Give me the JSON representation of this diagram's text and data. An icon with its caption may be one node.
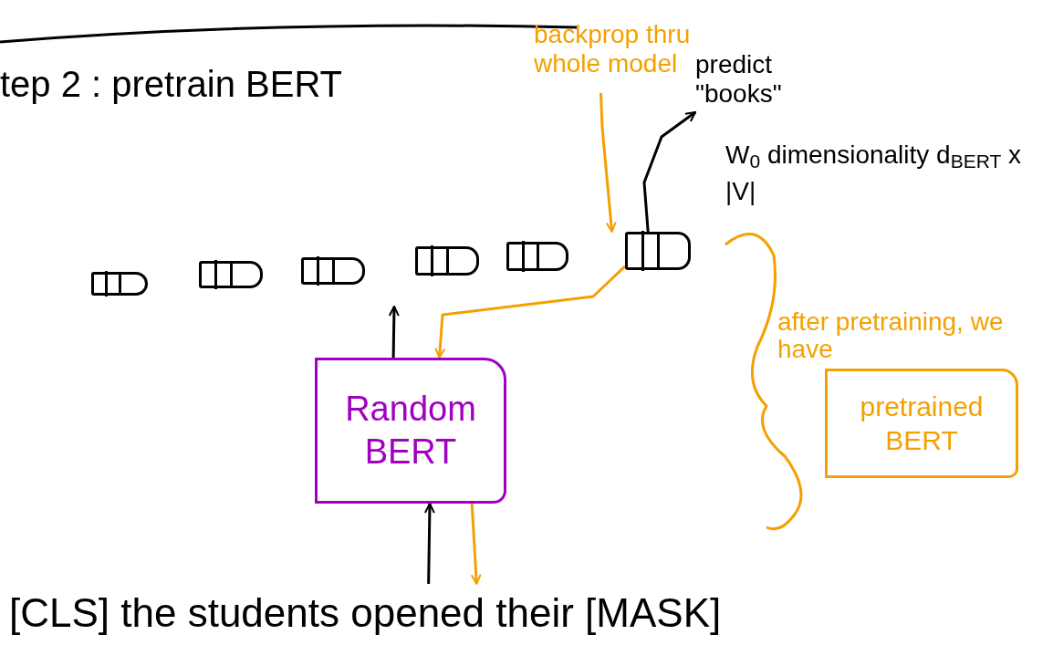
{
  "diagram": {
    "title": "tep 2 : pretrain BERT",
    "nodes": [
      {
        "text": [
          "backprop thru whole model"
        ]
      },
      {
        "text": [
          "predict \"books\""
        ]
      },
      {
        "text": [],
        "shape": "box"
      },
      {
        "text": [],
        "shape": "box"
      },
      {
        "text": [],
        "shape": "box"
      },
      {
        "text": [],
        "shape": "box"
      },
      {
        "text": [],
        "shape": "box"
      },
      {
        "text": [],
        "shape": "box"
      },
      {
        "text": [
          "Random BERT"
        ]
      },
      {
        "text": [
          "after pretraining, we have",
          "pretrained BERT"
        ]
      },
      {
        "text": [
          "[CLS] the students opened their [MASK]"
        ]
      }
    ],
    "edges": [
      {
        "from": 7,
        "to": 1,
        "arrow": "to"
      },
      {
        "from": 0,
        "to": 7,
        "arrow": "to",
        "color": "#f5a000"
      },
      {
        "from": 7,
        "to": 8,
        "arrow": "to",
        "color": "#f5a000"
      },
      {
        "from": 8,
        "to": null,
        "arrow": "to"
      },
      {
        "from": 10,
        "to": 8,
        "arrow": "to"
      },
      {
        "from": 8,
        "to": 10,
        "arrow": "to",
        "color": "#f5a000"
      }
    ],
    "labels": [
      "W$_{0}$ dimensionality d$_{BERT}$ x |V|"
    ]
  }
}
